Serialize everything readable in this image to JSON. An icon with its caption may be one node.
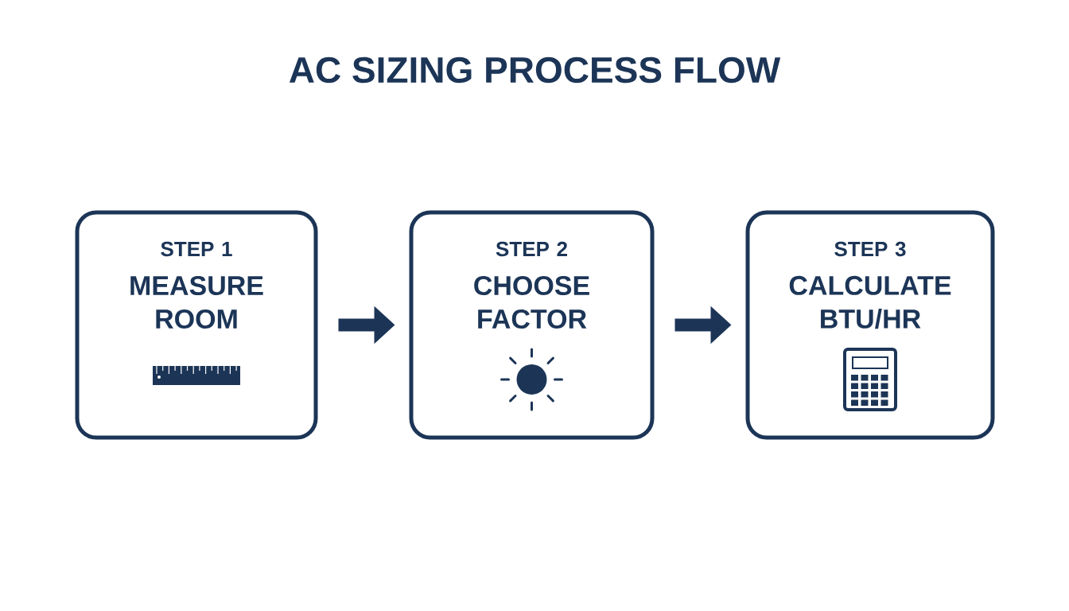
{
  "diagram": {
    "title": "AC SIZING PROCESS FLOW",
    "nodes": [
      {
        "text": [
          "STEP 1",
          "MEASURE ROOM"
        ]
      },
      {
        "text": [
          "STEP 2",
          "CHOOSE FACTOR"
        ]
      },
      {
        "text": [
          "STEP 3",
          "CALCULATE BTU/HR"
        ]
      }
    ],
    "edges": [
      {
        "from": 0,
        "to": 1,
        "arrow": "to"
      },
      {
        "from": 1,
        "to": 2,
        "arrow": "to"
      }
    ]
  }
}
